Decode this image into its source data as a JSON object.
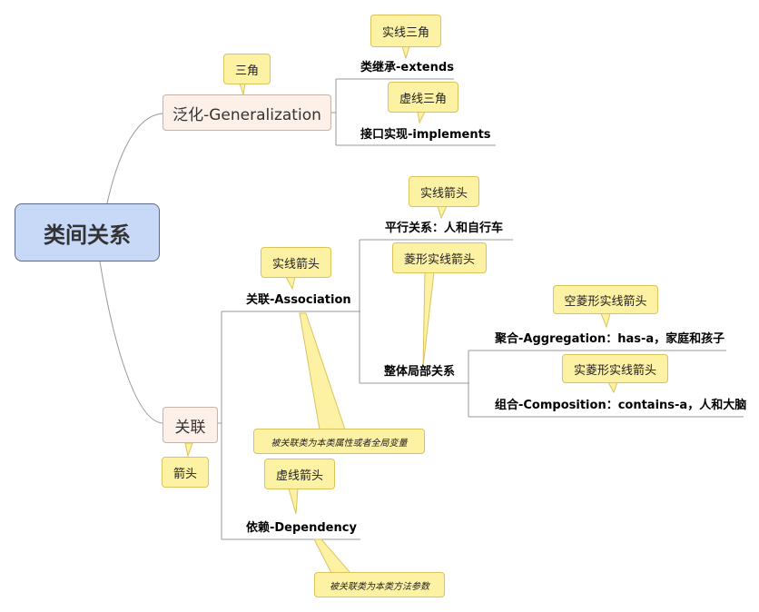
{
  "root": "类间关系",
  "generalization": {
    "label": "泛化-Generalization",
    "note": "三角",
    "extends": {
      "label": "类继承-extends",
      "note": "实线三角"
    },
    "implements": {
      "label": "接口实现-implements",
      "note": "虚线三角"
    }
  },
  "association_branch": {
    "label": "关联",
    "note": "箭头",
    "association": {
      "label": "关联-Association",
      "note": "实线箭头",
      "callout": "被关联类为本类属性或者全局变量",
      "parallel": {
        "label": "平行关系：人和自行车",
        "note": "实线箭头"
      },
      "whole_part": {
        "label": "整体局部关系",
        "note": "菱形实线箭头",
        "aggregation": {
          "label": "聚合-Aggregation：has-a，家庭和孩子",
          "note": "空菱形实线箭头"
        },
        "composition": {
          "label": "组合-Composition：contains-a，人和大脑",
          "note": "实菱形实线箭头"
        }
      }
    },
    "dependency": {
      "label": "依赖-Dependency",
      "note": "虚线箭头",
      "callout": "被关联类为本类方法参数"
    }
  },
  "colors": {
    "root_fill": "#c7d9f7",
    "branch_fill": "#fdf0e8",
    "note_fill": "#fdf1a4",
    "line": "#999999"
  }
}
